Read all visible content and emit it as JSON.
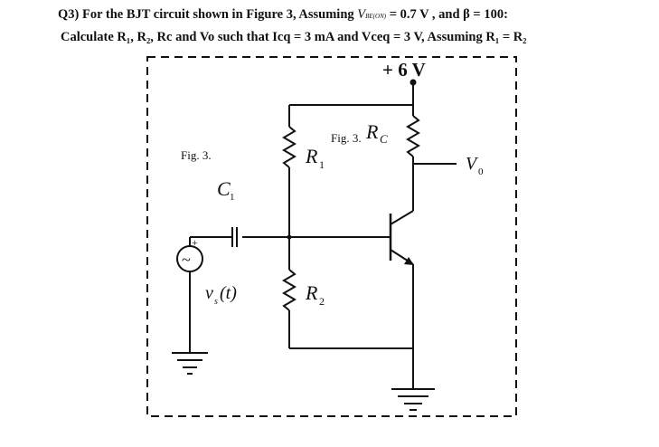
{
  "question": {
    "line1_a": "Q3) For the BJT circuit shown in Figure 3, Assuming ",
    "vbe_symbol": "V",
    "vbe_sub": "BE(ON)",
    "line1_b": " = 0.7 V , and β = 100:",
    "line2": "Calculate R₁, R₂, Rc and Vo such that Icq = 3 mA and Vceq = 3 V, Assuming R₁ = R₂"
  },
  "figure": {
    "supply": "+ 6 V",
    "fig_label_left": "Fig. 3.",
    "fig_label_top": "Fig. 3.",
    "rc_main": "R",
    "rc_sub": "C",
    "r1_main": "R",
    "r1_sub": "1",
    "r2_main": "R",
    "r2_sub": "2",
    "c1_main": "C",
    "c1_sub": "1",
    "vo_main": "V",
    "vo_sub": "0",
    "vs_label": "v",
    "vs_sub": "s",
    "vs_arg": "(t)",
    "source_plus": "+",
    "source_tilde": "~"
  }
}
